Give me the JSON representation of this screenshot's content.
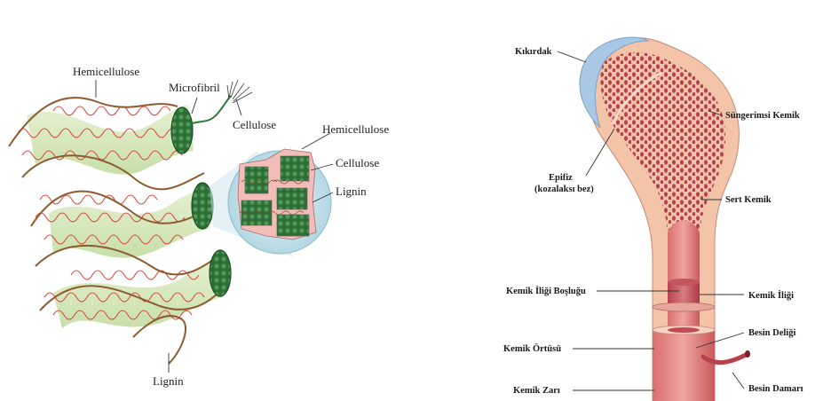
{
  "left_panel": {
    "labels": {
      "hemicellulose_top": "Hemicellulose",
      "microfibril": "Microfibril",
      "cellulose_top": "Cellulose",
      "hemicellulose_inset": "Hemicellulose",
      "cellulose_inset": "Cellulose",
      "lignin_inset": "Lignin",
      "lignin_bottom": "Lignin"
    },
    "colors": {
      "fiber_band": "#cfe3b0",
      "cellulose_bundle": "#2f7a3a",
      "hemicellulose_strand": "#d84a3a",
      "lignin_strand": "#8a5a2e",
      "inset_bg": "#cfe6ee",
      "matrix": "#f0b9b6"
    }
  },
  "right_panel": {
    "labels": {
      "kikirdak": "Kıkırdak",
      "epifiz_line1": "Epifiz",
      "epifiz_line2": "(kozalaksı bez)",
      "sungerimsi": "Süngerimsi Kemik",
      "sert": "Sert Kemik",
      "ilik_boslugu": "Kemik İliği Boşluğu",
      "ilik": "Kemik İliği",
      "ortusu": "Kemik Örtüsü",
      "besin_deligi": "Besin Deliği",
      "zari": "Kemik Zarı",
      "besin_damari": "Besin Damarı"
    },
    "colors": {
      "bone_outer": "#f3c4a8",
      "spongy_fill": "#f6d6c4",
      "spongy_dot": "#a8324a",
      "cartilage": "#a9c8e6",
      "marrow": "#c95560",
      "shaft": "#d66b6b"
    }
  }
}
